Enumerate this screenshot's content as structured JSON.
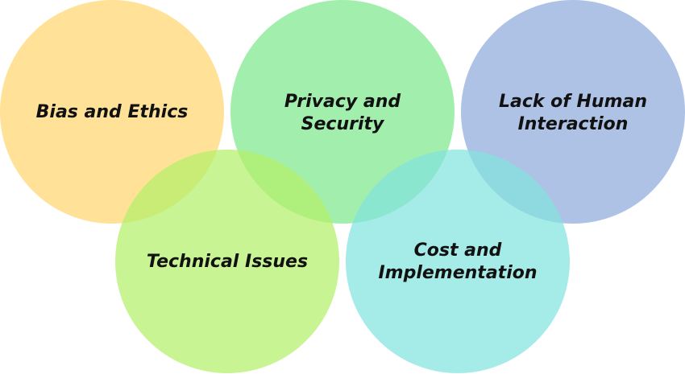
{
  "diagram": {
    "circles": [
      {
        "id": "bias-and-ethics",
        "lines": [
          "Bias and Ethics"
        ],
        "color": "#FFD76F"
      },
      {
        "id": "privacy-and-security",
        "lines": [
          "Privacy and",
          "Security"
        ],
        "color": "#7EE88E"
      },
      {
        "id": "lack-of-human-interaction",
        "lines": [
          "Lack of Human",
          "Interaction"
        ],
        "color": "#8FAADC"
      },
      {
        "id": "technical-issues",
        "lines": [
          "Technical Issues"
        ],
        "color": "#B4F06A"
      },
      {
        "id": "cost-and-implementation",
        "lines": [
          "Cost and",
          "Implementation"
        ],
        "color": "#82E3DE"
      }
    ]
  }
}
